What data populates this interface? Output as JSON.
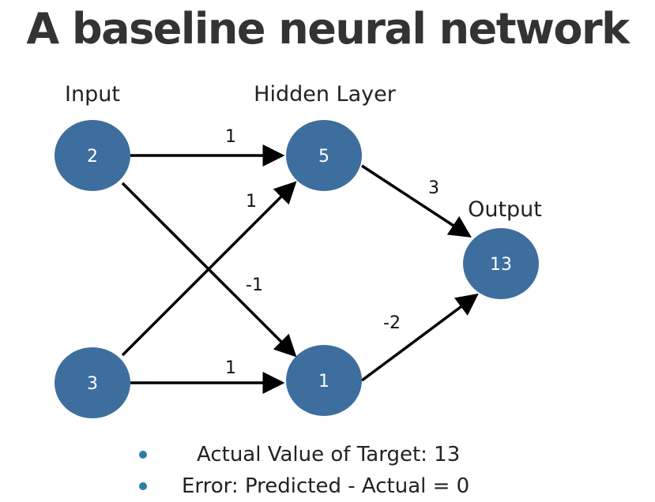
{
  "title": "A baseline neural network",
  "colors": {
    "node": "#3D6E9E",
    "edge": "#000000",
    "bullet": "#2B7FA6"
  },
  "layers": {
    "input": "Input",
    "hidden": "Hidden Layer",
    "output": "Output"
  },
  "nodes": {
    "input_1": "2",
    "input_2": "3",
    "hidden_1": "5",
    "hidden_2": "1",
    "output": "13"
  },
  "weights": {
    "input_1_to_hidden_1": "1",
    "input_2_to_hidden_1": "1",
    "input_1_to_hidden_2": "-1",
    "input_2_to_hidden_2": "1",
    "hidden_1_to_output": "3",
    "hidden_2_to_output": "-2"
  },
  "bullets": [
    "Actual Value of Target: 13",
    "Error: Predicted - Actual = 0"
  ]
}
